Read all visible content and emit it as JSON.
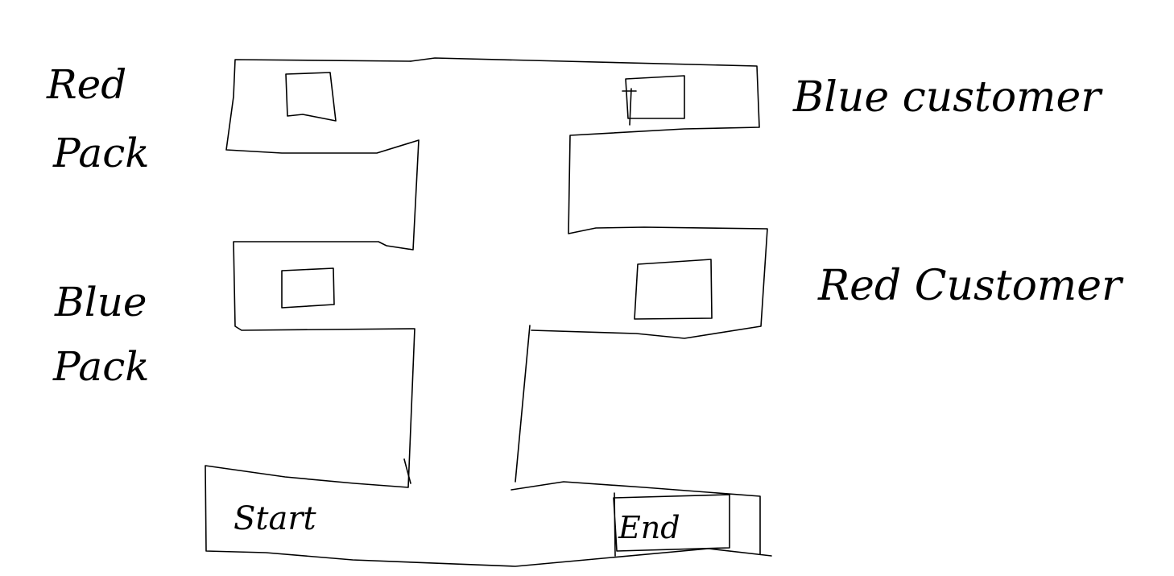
{
  "labels": {
    "red_pack": "Red Pack",
    "red_pack_line1": "Red",
    "red_pack_line2": "Pack",
    "blue_customer": "Blue customer",
    "blue_pack": "Blue Pack",
    "blue_pack_line1": "Blue",
    "blue_pack_line2": "Pack",
    "red_customer": "Red Customer",
    "start": "Start",
    "end": "End"
  },
  "colors": {
    "ink": "#000000",
    "background": "#ffffff"
  }
}
